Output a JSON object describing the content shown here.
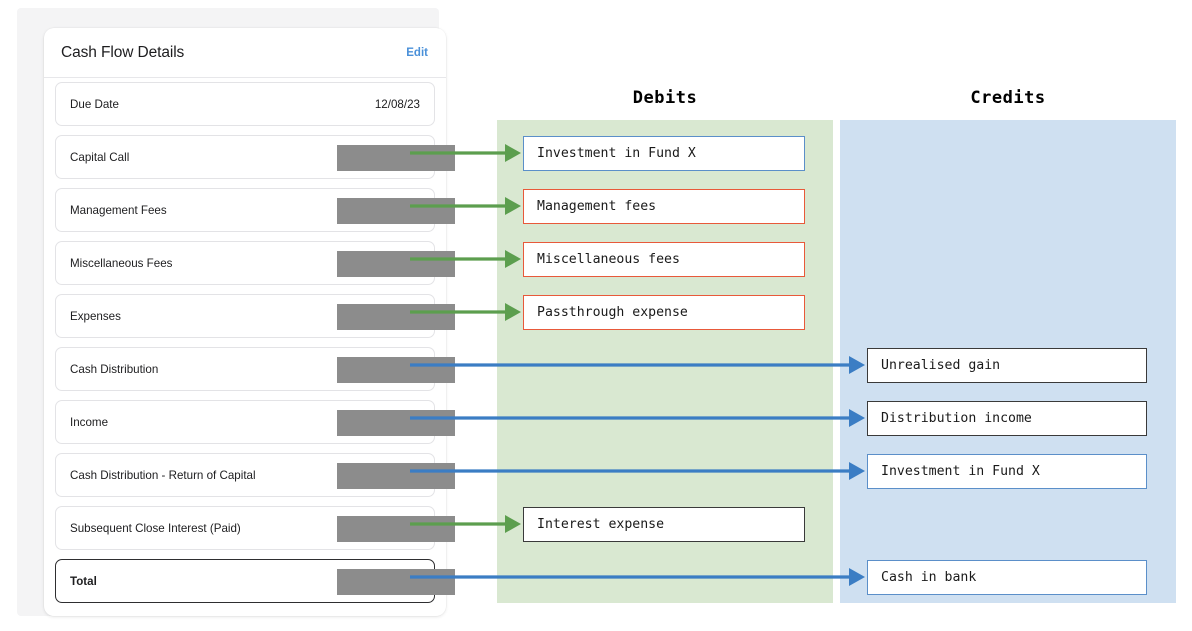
{
  "panel": {
    "title": "Cash Flow Details",
    "edit_label": "Edit",
    "rows": [
      {
        "label": "Due Date",
        "value_text": "12/08/23",
        "kind": "date"
      },
      {
        "label": "Capital Call",
        "value_text": "",
        "kind": "masked"
      },
      {
        "label": "Management Fees",
        "value_text": "",
        "kind": "masked"
      },
      {
        "label": "Miscellaneous Fees",
        "value_text": "",
        "kind": "masked"
      },
      {
        "label": "Expenses",
        "value_text": "",
        "kind": "masked"
      },
      {
        "label": "Cash Distribution",
        "value_text": "",
        "kind": "masked"
      },
      {
        "label": "Income",
        "value_text": "",
        "kind": "masked"
      },
      {
        "label": "Cash Distribution - Return of Capital",
        "value_text": "",
        "kind": "masked"
      },
      {
        "label": "Subsequent Close Interest (Paid)",
        "value_text": "",
        "kind": "masked"
      },
      {
        "label": "Total",
        "value_text": "",
        "kind": "masked"
      }
    ]
  },
  "columns": {
    "debits": {
      "header": "Debits",
      "band_color": "#d9e8d1",
      "boxes": [
        {
          "label": "Investment in Fund X",
          "border": "blue"
        },
        {
          "label": "Management fees",
          "border": "orange"
        },
        {
          "label": "Miscellaneous fees",
          "border": "orange"
        },
        {
          "label": "Passthrough expense",
          "border": "orange"
        },
        {
          "label": "Interest expense",
          "border": "dark"
        }
      ]
    },
    "credits": {
      "header": "Credits",
      "band_color": "#cfe0f1",
      "boxes": [
        {
          "label": "Unrealised gain",
          "border": "dark"
        },
        {
          "label": "Distribution income",
          "border": "dark"
        },
        {
          "label": "Investment in Fund X",
          "border": "blue"
        },
        {
          "label": "Cash in bank",
          "border": "blue"
        }
      ]
    }
  },
  "arrows": {
    "debit_color": "#5c9e4e",
    "credit_color": "#3b7dc4",
    "mappings": [
      {
        "from": "Capital Call",
        "to": "Investment in Fund X",
        "column": "debits",
        "color": "green"
      },
      {
        "from": "Management Fees",
        "to": "Management fees",
        "column": "debits",
        "color": "green"
      },
      {
        "from": "Miscellaneous Fees",
        "to": "Miscellaneous fees",
        "column": "debits",
        "color": "green"
      },
      {
        "from": "Expenses",
        "to": "Passthrough expense",
        "column": "debits",
        "color": "green"
      },
      {
        "from": "Cash Distribution",
        "to": "Unrealised gain",
        "column": "credits",
        "color": "blue"
      },
      {
        "from": "Income",
        "to": "Distribution income",
        "column": "credits",
        "color": "blue"
      },
      {
        "from": "Cash Distribution - Return of Capital",
        "to": "Investment in Fund X",
        "column": "credits",
        "color": "blue"
      },
      {
        "from": "Subsequent Close Interest (Paid)",
        "to": "Interest expense",
        "column": "debits",
        "color": "green"
      },
      {
        "from": "Total",
        "to": "Cash in bank",
        "column": "credits",
        "color": "blue"
      }
    ]
  }
}
